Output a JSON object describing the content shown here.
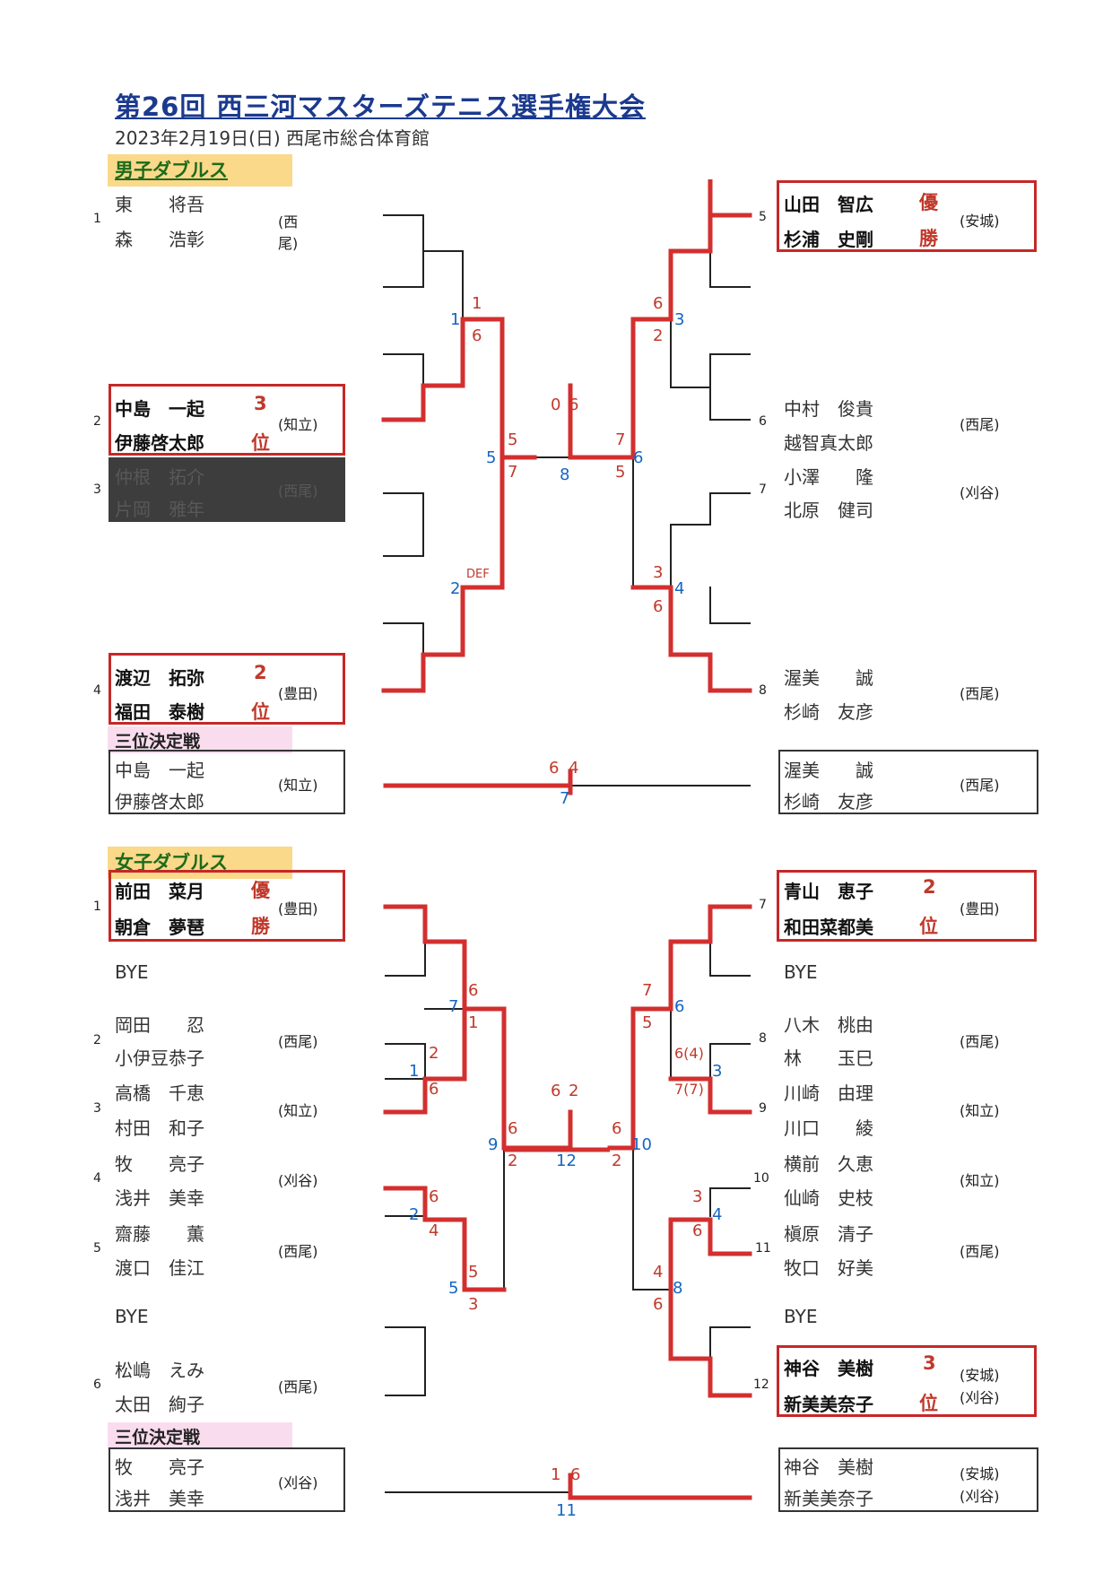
{
  "title": "第26回 西三河マスターズテニス選手権大会",
  "subtitle": "2023年2月19日(日) 西尾市総合体育館",
  "men": {
    "label": "男子ダブルス",
    "left": [
      {
        "seed": "1",
        "p1": "東　　将吾",
        "p2": "森　　浩彰",
        "aff": "(西尾)"
      },
      {
        "seed": "2",
        "p1": "中島　一起",
        "p2": "伊藤啓太郎",
        "aff": "(知立)",
        "rank_top": "3",
        "rank_bottom": "位"
      },
      {
        "seed": "3",
        "p1": "仲根　拓介",
        "p2": "片岡　雅年",
        "aff": "(西尾)"
      },
      {
        "seed": "4",
        "p1": "渡辺　拓弥",
        "p2": "福田　泰樹",
        "aff": "(豊田)",
        "rank_top": "2",
        "rank_bottom": "位"
      }
    ],
    "right": [
      {
        "seed": "5",
        "p1": "山田　智広",
        "p2": "杉浦　史剛",
        "aff": "(安城)",
        "rank_top": "優",
        "rank_bottom": "勝"
      },
      {
        "seed": "6",
        "p1": "中村　俊貴",
        "p2": "越智真太郎",
        "aff": "(西尾)"
      },
      {
        "seed": "7",
        "p1": "小澤　　隆",
        "p2": "北原　健司",
        "aff": "(刈谷)"
      },
      {
        "seed": "8",
        "p1": "渥美　　誠",
        "p2": "杉崎　友彦",
        "aff": "(西尾)"
      }
    ],
    "scores": {
      "m1_top": "1",
      "m1_bot": "6",
      "m1_no": "1",
      "m2_no": "2",
      "m2_note": "DEF",
      "m3_top": "6",
      "m3_bot": "2",
      "m3_no": "3",
      "m4_top": "3",
      "m4_bot": "6",
      "m4_no": "4",
      "m5_top": "5",
      "m5_bot": "7",
      "m5_no": "5",
      "m6_top": "7",
      "m6_bot": "5",
      "m6_no": "6",
      "final_left": "0",
      "final_right": "6",
      "final_no": "8"
    },
    "third": {
      "label": "三位決定戦",
      "left": {
        "p1": "中島　一起",
        "p2": "伊藤啓太郎",
        "aff": "(知立)"
      },
      "right": {
        "p1": "渥美　　誠",
        "p2": "杉崎　友彦",
        "aff": "(西尾)"
      },
      "score_left": "6",
      "score_right": "4",
      "no": "7"
    }
  },
  "women": {
    "label": "女子ダブルス",
    "left": [
      {
        "seed": "1",
        "p1": "前田　菜月",
        "p2": "朝倉　夢琶",
        "aff": "(豊田)",
        "rank_top": "優",
        "rank_bottom": "勝"
      },
      {
        "seed": "",
        "p1": "BYE",
        "p2": "",
        "aff": ""
      },
      {
        "seed": "2",
        "p1": "岡田　　忍",
        "p2": "小伊豆恭子",
        "aff": "(西尾)"
      },
      {
        "seed": "3",
        "p1": "高橋　千恵",
        "p2": "村田　和子",
        "aff": "(知立)"
      },
      {
        "seed": "4",
        "p1": "牧　　亮子",
        "p2": "浅井　美幸",
        "aff": "(刈谷)"
      },
      {
        "seed": "5",
        "p1": "齋藤　　薫",
        "p2": "渡口　佳江",
        "aff": "(西尾)"
      },
      {
        "seed": "",
        "p1": "BYE",
        "p2": "",
        "aff": ""
      },
      {
        "seed": "6",
        "p1": "松嶋　えみ",
        "p2": "太田　絢子",
        "aff": "(西尾)"
      }
    ],
    "right": [
      {
        "seed": "7",
        "p1": "青山　恵子",
        "p2": "和田菜都美",
        "aff": "(豊田)",
        "rank_top": "2",
        "rank_bottom": "位"
      },
      {
        "seed": "",
        "p1": "BYE",
        "p2": "",
        "aff": ""
      },
      {
        "seed": "8",
        "p1": "八木　桃由",
        "p2": "林　　玉巳",
        "aff": "(西尾)"
      },
      {
        "seed": "9",
        "p1": "川崎　由理",
        "p2": "川口　　綾",
        "aff": "(知立)"
      },
      {
        "seed": "10",
        "p1": "横前　久恵",
        "p2": "仙崎　史枝",
        "aff": "(知立)"
      },
      {
        "seed": "11",
        "p1": "槇原　清子",
        "p2": "牧口　好美",
        "aff": "(西尾)"
      },
      {
        "seed": "",
        "p1": "BYE",
        "p2": "",
        "aff": ""
      },
      {
        "seed": "12",
        "p1": "神谷　美樹",
        "p2": "新美美奈子",
        "aff": "(安城)",
        "aff2": "(刈谷)",
        "rank_top": "3",
        "rank_bottom": "位"
      }
    ],
    "scores": {
      "w1_top": "2",
      "w1_bot": "6",
      "w1_no": "1",
      "w2_top": "6",
      "w2_bot": "4",
      "w2_no": "2",
      "w3_top": "6(4)",
      "w3_bot": "7(7)",
      "w3_no": "3",
      "w4_top": "3",
      "w4_bot": "6",
      "w4_no": "4",
      "w5_top": "5",
      "w5_bot": "3",
      "w5_no": "5",
      "w6_top": "7",
      "w6_bot": "5",
      "w6_no": "6",
      "w7_top": "6",
      "w7_bot": "1",
      "w7_no": "7",
      "w8_top": "4",
      "w8_bot": "6",
      "w8_no": "8",
      "w9_top": "6",
      "w9_bot": "2",
      "w9_no": "9",
      "w10_top": "6",
      "w10_bot": "2",
      "w10_no": "10",
      "final_left": "6",
      "final_right": "2",
      "final_no": "12"
    },
    "third": {
      "label": "三位決定戦",
      "left": {
        "p1": "牧　　亮子",
        "p2": "浅井　美幸",
        "aff": "(刈谷)"
      },
      "right": {
        "p1": "神谷　美樹",
        "p2": "新美美奈子",
        "aff": "(安城)",
        "aff2": "(刈谷)"
      },
      "score_left": "1",
      "score_right": "6",
      "no": "11"
    }
  },
  "colors": {
    "win_line": "#d32f2f",
    "score_red": "#c0392b",
    "score_blue": "#1565c0",
    "loss_line": "#222222"
  }
}
